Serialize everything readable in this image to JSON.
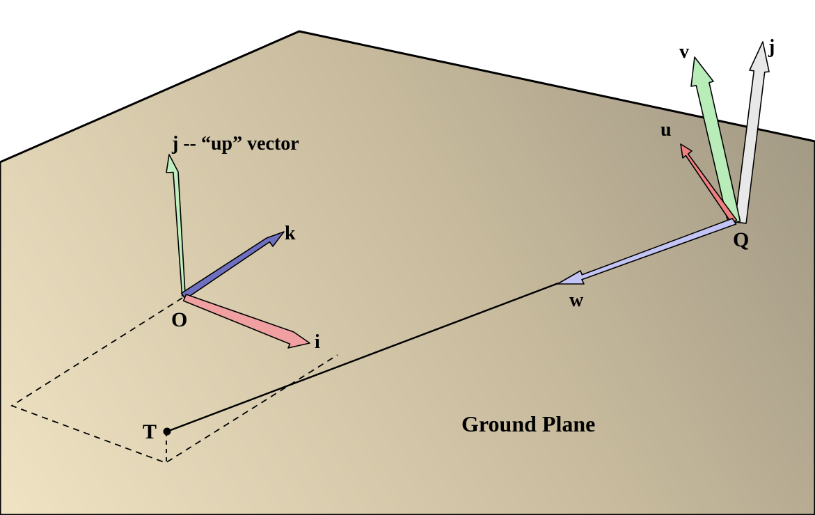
{
  "labels": {
    "origin": "O",
    "target": "T",
    "eye": "Q",
    "axis_i": "i",
    "axis_j_up": "j -- “up” vector",
    "axis_k": "k",
    "cam_u": "u",
    "cam_v": "v",
    "cam_w": "w",
    "cam_j": "j",
    "plane": "Ground Plane"
  },
  "colors": {
    "plane_light": "#efe3c4",
    "plane_dark": "#a39b88",
    "axis_i": "#f0a0a0",
    "axis_j": "#bfeebf",
    "axis_k": "#7070c0",
    "cam_u": "#ef8080",
    "cam_v": "#b8ecb8",
    "cam_w": "#c4c4f4",
    "cam_j": "#e8e8e8"
  }
}
